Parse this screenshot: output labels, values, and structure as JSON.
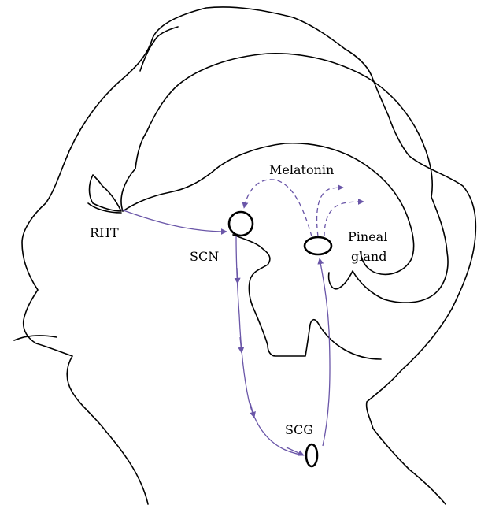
{
  "labels": {
    "rht": "RHT",
    "scn": "SCN",
    "melatonin": "Melatonin",
    "pineal_line1": "Pineal",
    "pineal_line2": "gland",
    "scg": "SCG"
  },
  "colors": {
    "pathway": "#6a56a8",
    "outline": "#000000",
    "background": "#ffffff"
  }
}
